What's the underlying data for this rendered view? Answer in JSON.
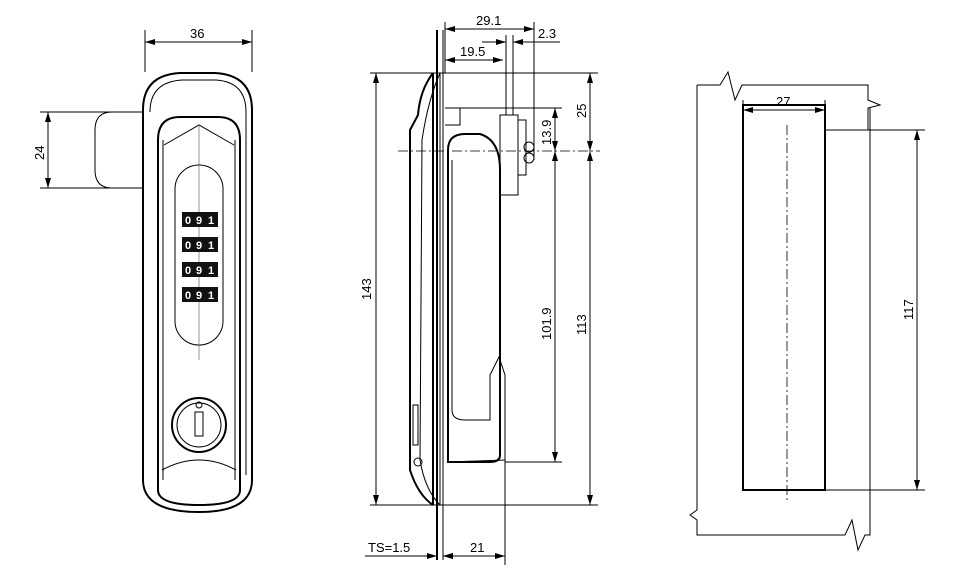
{
  "front_view": {
    "dim_width": "36",
    "dim_handle": "24",
    "wheel_digits": [
      "0",
      "9",
      "1"
    ],
    "wheel_count": 4
  },
  "side_view": {
    "dim_depth_total": "29.1",
    "dim_plate": "2.3",
    "dim_depth_front": "19.5",
    "dim_top_offset": "25",
    "dim_cam_offset": "13.9",
    "dim_height": "143",
    "dim_cutout_inner": "101.9",
    "dim_cutout": "113",
    "dim_panel_thickness": "TS=1.5",
    "dim_bottom_depth": "21"
  },
  "cutout_view": {
    "dim_width": "27",
    "dim_height": "117"
  }
}
